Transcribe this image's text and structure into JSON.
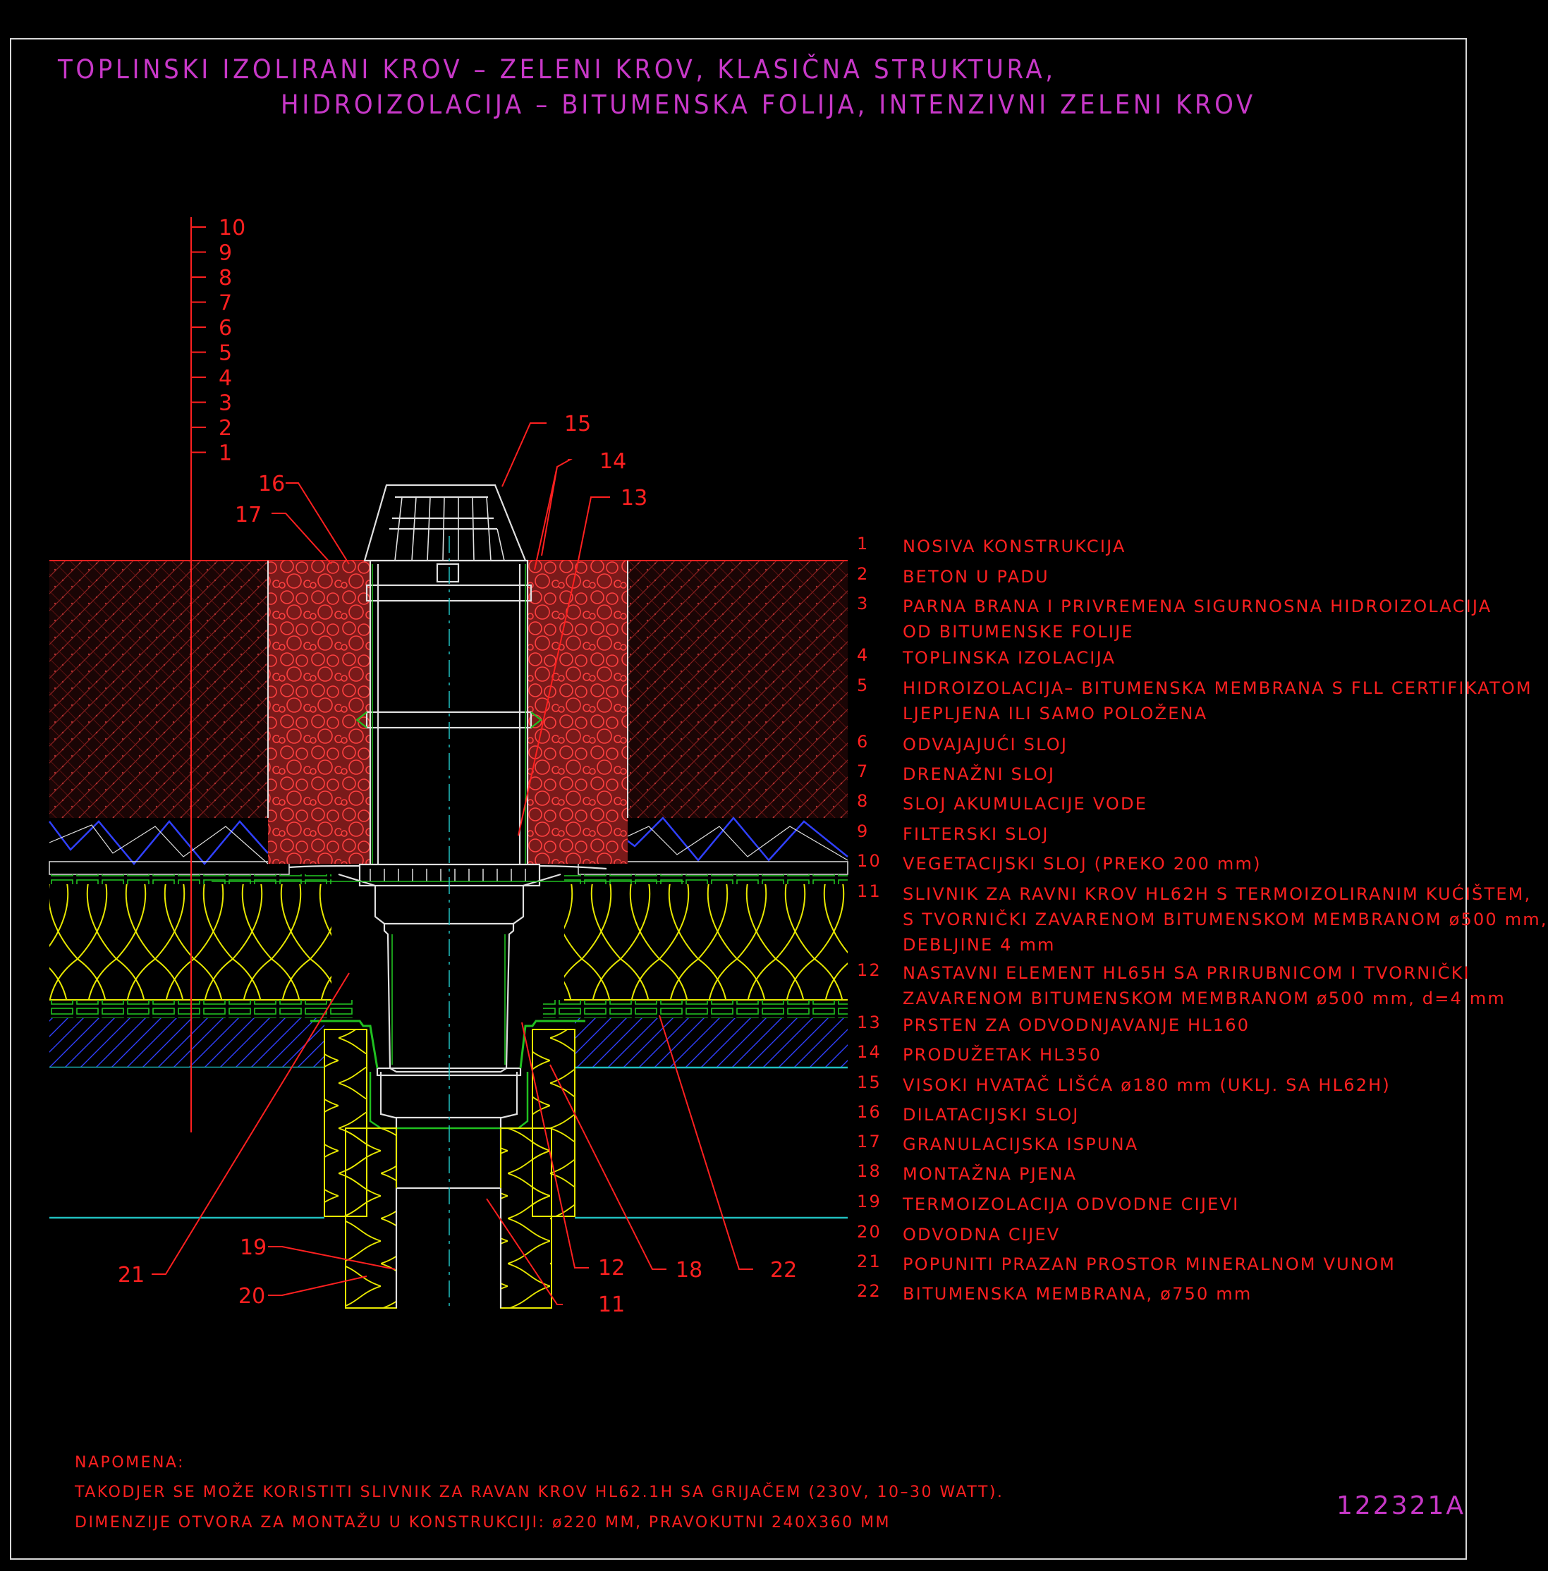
{
  "title_line1": "TOPLINSKI IZOLIRANI KROV – ZELENI KROV, KLASIČNA STRUKTURA,",
  "title_line2": "HIDROIZOLACIJA – BITUMENSKA FOLIJA, INTENZIVNI ZELENI KROV",
  "layer_scale": [
    "10",
    "9",
    "8",
    "7",
    "6",
    "5",
    "4",
    "3",
    "2",
    "1"
  ],
  "callouts": {
    "c11": "11",
    "c12": "12",
    "c13": "13",
    "c14": "14",
    "c15": "15",
    "c16": "16",
    "c17": "17",
    "c18": "18",
    "c19": "19",
    "c20": "20",
    "c21": "21",
    "c22": "22"
  },
  "legend": [
    {
      "num": "1",
      "text": "NOSIVA KONSTRUKCIJA"
    },
    {
      "num": "2",
      "text": "BETON U PADU"
    },
    {
      "num": "3",
      "text": "PARNA BRANA I PRIVREMENA SIGURNOSNA HIDROIZOLACIJA\nOD BITUMENSKE FOLIJE"
    },
    {
      "num": "4",
      "text": "TOPLINSKA IZOLACIJA"
    },
    {
      "num": "5",
      "text": "HIDROIZOLACIJA– BITUMENSKA MEMBRANA S FLL CERTIFIKATOM\nLJEPLJENA ILI SAMO POLOŽENA"
    },
    {
      "num": "6",
      "text": "ODVAJAJUĆI SLOJ"
    },
    {
      "num": "7",
      "text": "DRENAŽNI SLOJ"
    },
    {
      "num": "8",
      "text": "SLOJ AKUMULACIJE VODE"
    },
    {
      "num": "9",
      "text": "FILTERSKI SLOJ"
    },
    {
      "num": "10",
      "text": "VEGETACIJSKI SLOJ (PREKO 200 mm)"
    },
    {
      "num": "11",
      "text": "SLIVNIK ZA RAVNI KROV HL62H S TERMOIZOLIRANIM KUĆIŠTEM,\nS TVORNIČKI ZAVARENOM BITUMENSKOM MEMBRANOM ø500 mm,\nDEBLJINE 4 mm"
    },
    {
      "num": "12",
      "text": "NASTAVNI ELEMENT HL65H SA PRIRUBNICOM I TVORNIČKI\nZAVARENOM BITUMENSKOM MEMBRANOM ø500 mm, d=4 mm"
    },
    {
      "num": "13",
      "text": "PRSTEN ZA ODVODNJAVANJE HL160"
    },
    {
      "num": "14",
      "text": "PRODUŽETAK HL350"
    },
    {
      "num": "15",
      "text": "VISOKI HVATAČ LIŠĆA ø180 mm (UKLJ. SA HL62H)"
    },
    {
      "num": "16",
      "text": "DILATACIJSKI SLOJ"
    },
    {
      "num": "17",
      "text": "GRANULACIJSKA ISPUNA"
    },
    {
      "num": "18",
      "text": "MONTAŽNA PJENA"
    },
    {
      "num": "19",
      "text": "TERMOIZOLACIJA ODVODNE CIJEVI"
    },
    {
      "num": "20",
      "text": "ODVODNA CIJEV"
    },
    {
      "num": "21",
      "text": "POPUNITI PRAZAN PROSTOR MINERALNOM VUNOM"
    },
    {
      "num": "22",
      "text": "BITUMENSKA MEMBRANA, ø750 mm"
    }
  ],
  "note_title": "NAPOMENA:",
  "note_line1": "TAKODJER SE MOŽE KORISTITI SLIVNIK ZA RAVAN KROV HL62.1H SA GRIJAČEM (230V, 10–30 WATT).",
  "note_line2": "DIMENZIJE OTVORA ZA MONTAŽU U KONSTRUKCIJI: ø220 MM, PRAVOKUTNI 240X360 MM",
  "drawing_code": "122321A",
  "colors": {
    "red": "#ff2020",
    "magenta": "#c838c8",
    "yellow": "#e8e800",
    "green": "#20c020",
    "blue": "#3040ff",
    "cyan": "#20c0c0",
    "white": "#e0e0e0",
    "brown": "#8b2020"
  }
}
